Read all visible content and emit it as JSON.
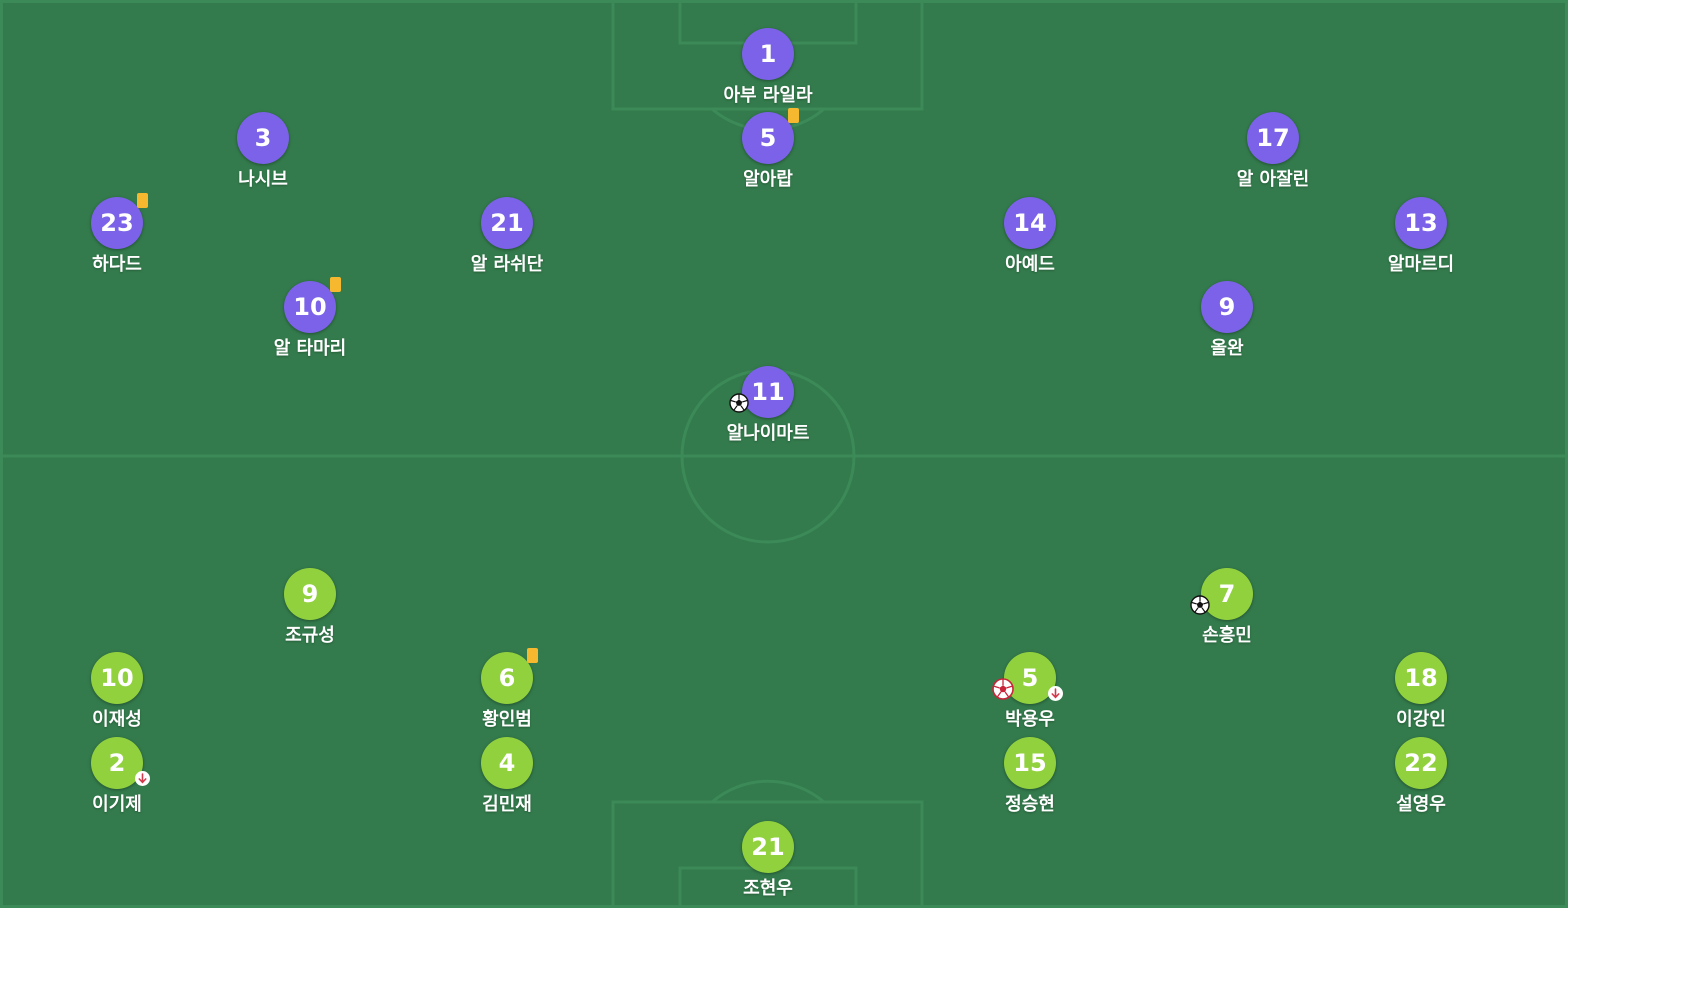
{
  "colors": {
    "pitch": "#337b4c",
    "pitch_lines": "#3c8a58",
    "home_shirt": "#7b62e8",
    "away_shirt": "#92d13e",
    "yellow_card": "#f5b82e"
  },
  "home_team": {
    "players": [
      {
        "number": "1",
        "name": "아부 라일라"
      },
      {
        "number": "3",
        "name": "나시브"
      },
      {
        "number": "5",
        "name": "알아랍",
        "yellow_card": true
      },
      {
        "number": "17",
        "name": "알 아잘린"
      },
      {
        "number": "23",
        "name": "하다드",
        "yellow_card": true
      },
      {
        "number": "21",
        "name": "알 라쉬단"
      },
      {
        "number": "14",
        "name": "아예드"
      },
      {
        "number": "13",
        "name": "알마르디"
      },
      {
        "number": "10",
        "name": "알 타마리",
        "yellow_card": true
      },
      {
        "number": "9",
        "name": "올완"
      },
      {
        "number": "11",
        "name": "알나이마트",
        "goal": true
      }
    ]
  },
  "away_team": {
    "players": [
      {
        "number": "9",
        "name": "조규성"
      },
      {
        "number": "7",
        "name": "손흥민",
        "goal": true
      },
      {
        "number": "10",
        "name": "이재성"
      },
      {
        "number": "6",
        "name": "황인범",
        "yellow_card": true
      },
      {
        "number": "5",
        "name": "박용우",
        "own_goal": true,
        "subbed_off": true
      },
      {
        "number": "18",
        "name": "이강인"
      },
      {
        "number": "2",
        "name": "이기제",
        "subbed_off": true
      },
      {
        "number": "4",
        "name": "김민재"
      },
      {
        "number": "15",
        "name": "정승현"
      },
      {
        "number": "22",
        "name": "설영우"
      },
      {
        "number": "21",
        "name": "조현우"
      }
    ]
  },
  "icons": {
    "goal": "soccer-ball-icon",
    "own_goal": "own-goal-ball-icon",
    "yellow_card": "yellow-card-icon",
    "substitution": "sub-out-arrow-icon"
  }
}
